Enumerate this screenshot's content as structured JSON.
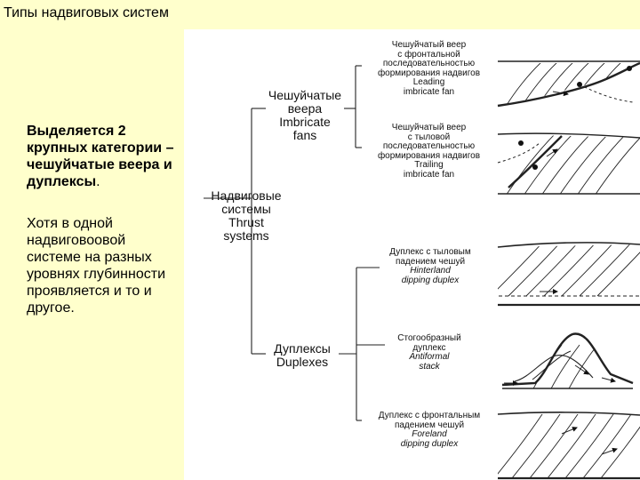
{
  "title": "Типы надвиговых систем",
  "text": {
    "bold_paragraph": "Выделяется 2 крупных категории – чешуйчатые веера и дуплексы",
    "bold_end": ".",
    "plain_paragraph": "Хотя в одной надвиговоовой системе на разных уровнях глубинности проявляется и то и другое."
  },
  "figure": {
    "root": {
      "ru1": "Надвиговые",
      "ru2": "системы",
      "en1": "Thrust",
      "en2": "systems"
    },
    "fans": {
      "ru1": "Чешуйчатые",
      "ru2": "веера",
      "en1": "Imbricate",
      "en2": "fans"
    },
    "duplexes": {
      "ru": "Дуплексы",
      "en": "Duplexes"
    },
    "leading_fan": {
      "ru1": "Чешуйчатый веер",
      "ru2": "с фронтальной",
      "ru3": "последовательностью",
      "ru4": "формирования надвигов",
      "en1": "Leading",
      "en2": "imbricate fan"
    },
    "trailing_fan": {
      "ru1": "Чешуйчатый веер",
      "ru2": "с тыловой",
      "ru3": "последовательностью",
      "ru4": "формирования надвигов",
      "en1": "Trailing",
      "en2": "imbricate fan"
    },
    "hinterland_duplex": {
      "ru1": "Дуплекс с тыловым",
      "ru2": "падением чешуй",
      "en1": "Hinterland",
      "en2": "dipping duplex"
    },
    "antiformal_stack": {
      "ru1": "Стогообразный",
      "ru2": "дуплекс",
      "en1": "Antiformal",
      "en2": "stack"
    },
    "foreland_duplex": {
      "ru1": "Дуплекс с фронтальным",
      "ru2": "падением чешуй",
      "en1": "Foreland",
      "en2": "dipping duplex"
    }
  }
}
